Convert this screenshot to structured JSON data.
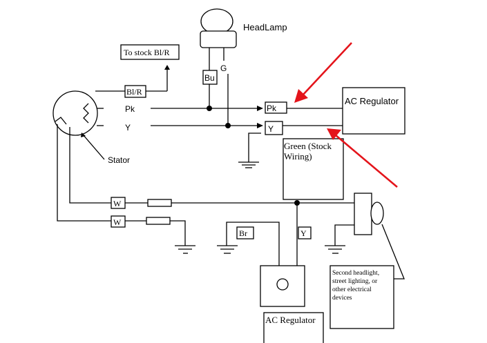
{
  "labels": {
    "headlamp": "HeadLamp",
    "to_stock": "To stock Bl/R",
    "bl_r": "Bl/R",
    "pk_left": "Pk",
    "y_left": "Y",
    "stator": "Stator",
    "bu": "Bu",
    "g": "G",
    "pk_box": "Pk",
    "y_box": "Y",
    "ac_regulator_top": "AC Regulator",
    "green_line1": "Green (Stock",
    "green_line2": "Wiring)",
    "w1": "W",
    "w2": "W",
    "br": "Br",
    "y_bottom": "Y",
    "second_line1": "Second headlight,",
    "second_line2": "street lighting, or",
    "second_line3": "other electrical",
    "second_line4": "devices",
    "ac_regulator_bottom": "AC Regulator"
  },
  "colors": {
    "wire": "#000000",
    "annotation_arrow": "#e4141b",
    "background": "#ffffff"
  }
}
